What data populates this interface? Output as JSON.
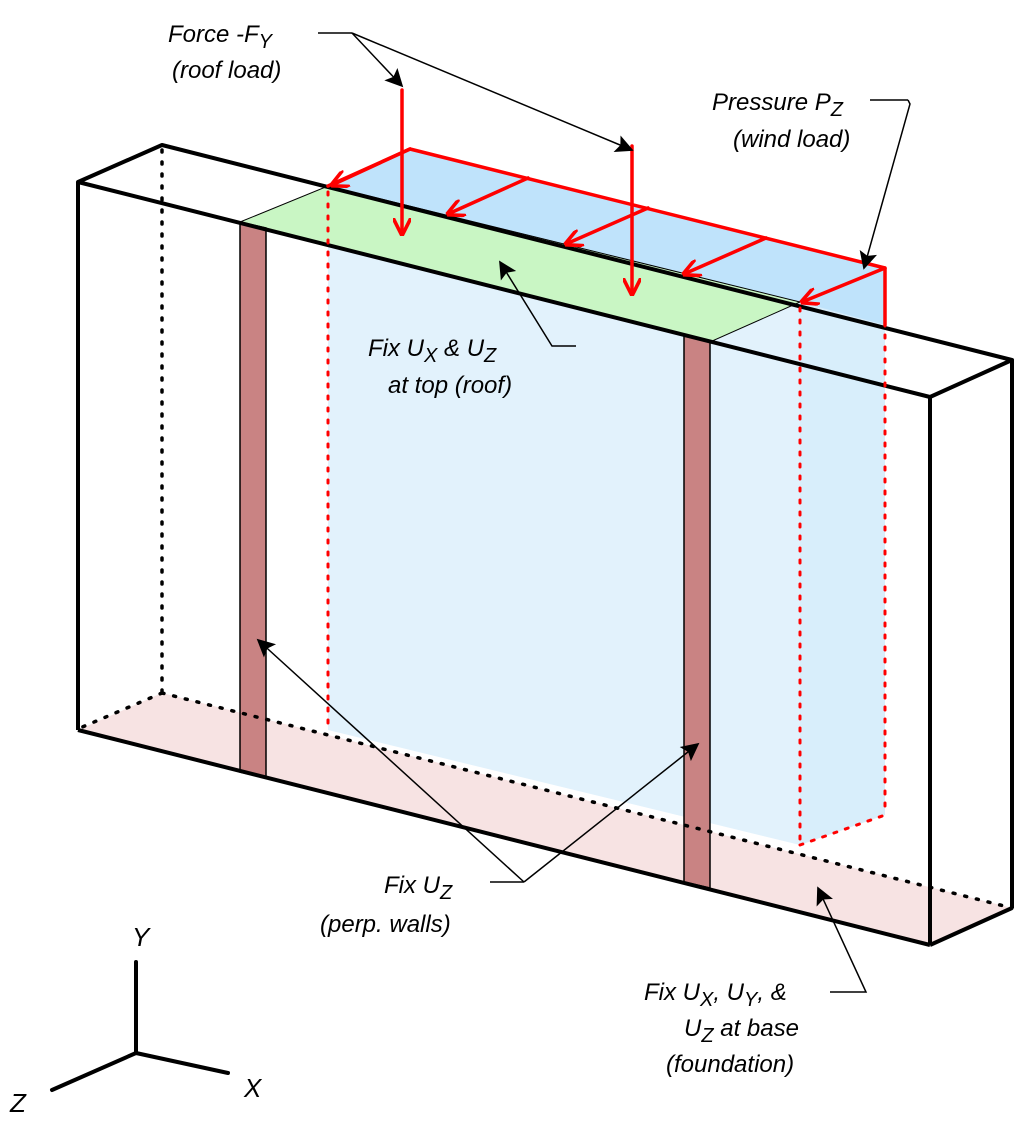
{
  "labels": {
    "force": {
      "prefix": "Force -F",
      "sub": "Y",
      "note": "(roof load)"
    },
    "pressure": {
      "prefix": "Pressure P",
      "sub": "Z",
      "note": "(wind load)"
    },
    "top_fix": {
      "line1": {
        "a": "Fix U",
        "a_sub": "X",
        "b": " & U",
        "b_sub": "Z"
      },
      "line2": "at top (roof)"
    },
    "walls_fix": {
      "prefix": "Fix U",
      "sub": "Z",
      "note": "(perp. walls)"
    },
    "base_fix": {
      "line1": {
        "a": "Fix U",
        "a_sub": "X",
        "b": ", U",
        "b_sub": "Y",
        "c": ", &"
      },
      "line2": {
        "a": "U",
        "a_sub": "Z",
        "b": " at base"
      },
      "line3": "(foundation)"
    }
  },
  "axes": {
    "x": "X",
    "y": "Y",
    "z": "Z"
  },
  "colors": {
    "load": "#ff0000",
    "pressure_face": "#bfe3fb",
    "wall_face": "#e2f2fc",
    "roof_face": "#c9f6c4",
    "base_face": "#f7e3e3",
    "perp_wall": "#c98383",
    "outline": "#000000"
  }
}
